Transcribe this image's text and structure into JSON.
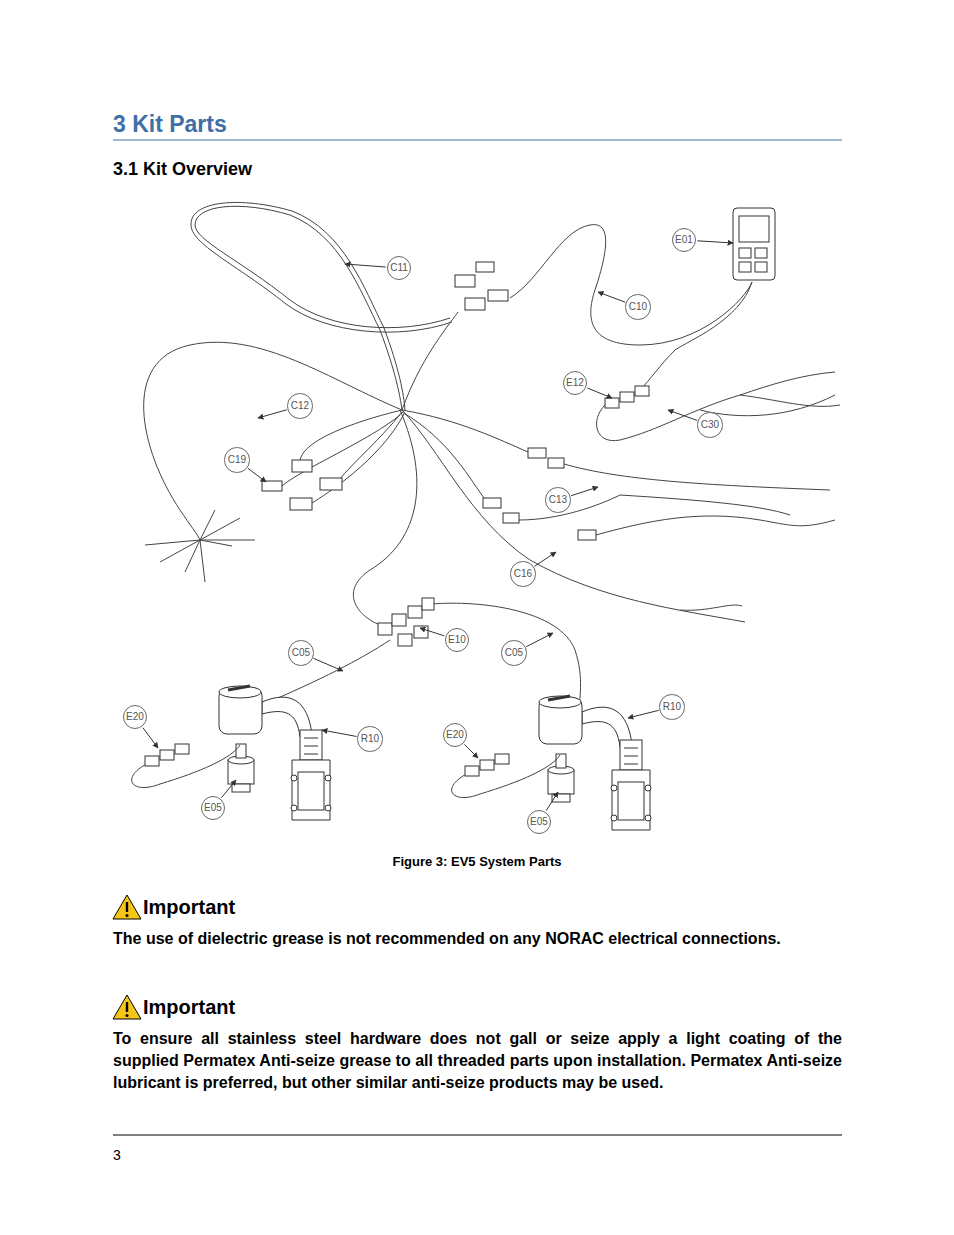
{
  "diagram": {
    "title": "3 Kit Parts",
    "caption": "Figure 3: EV5 System Parts",
    "nodes": [
      {
        "text": [
          "E01"
        ]
      },
      {
        "text": [
          "C11"
        ]
      },
      {
        "text": [
          "C10"
        ]
      },
      {
        "text": [
          "E12"
        ]
      },
      {
        "text": [
          "C12"
        ]
      },
      {
        "text": [
          "C30"
        ]
      },
      {
        "text": [
          "C19"
        ]
      },
      {
        "text": [
          "C13"
        ]
      },
      {
        "text": [
          "C16"
        ]
      },
      {
        "text": [
          "E10"
        ]
      },
      {
        "text": [
          "C05"
        ]
      },
      {
        "text": [
          "C05"
        ]
      },
      {
        "text": [
          "R10"
        ]
      },
      {
        "text": [
          "E20"
        ]
      },
      {
        "text": [
          "E20"
        ]
      },
      {
        "text": [
          "R10"
        ]
      },
      {
        "text": [
          "E05"
        ]
      },
      {
        "text": [
          "E05"
        ]
      }
    ],
    "labels": [
      "3.1 Kit Overview",
      "Important",
      "The use of dielectric grease is not recommended on any NORAC electrical connections.",
      "Important",
      "To ensure all stainless steel hardware does not gall or seize apply a light coating of the supplied Permatex Anti-seize grease to all threaded parts upon installation. Permatex Anti-seize lubricant is preferred, but other similar anti-seize products may be used.",
      "3"
    ]
  }
}
